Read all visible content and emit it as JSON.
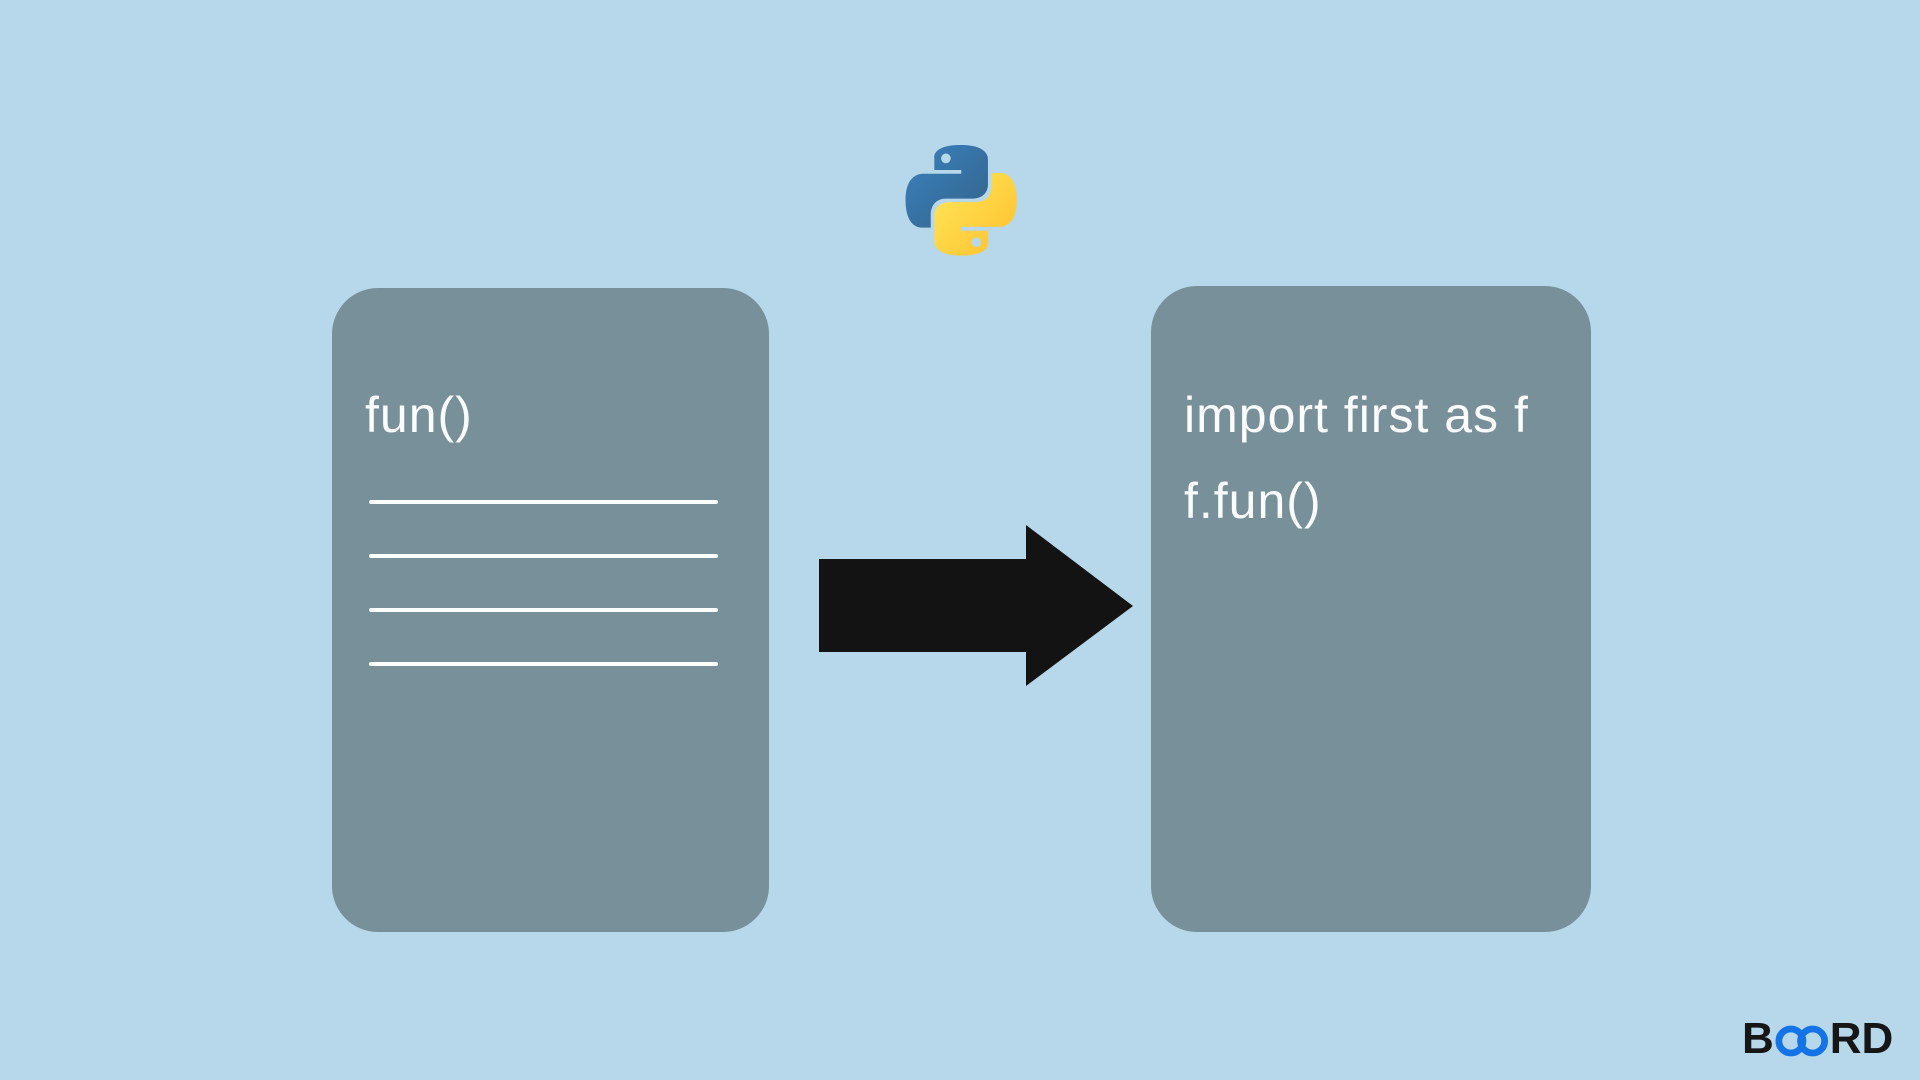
{
  "colors": {
    "bg": "#B7D7EA",
    "card": "#78909A",
    "card-text": "#FAFCFD",
    "arrow": "#131313",
    "ink": "#161616",
    "accent": "#1473E6",
    "py-blue": "#387EB8",
    "py-blue2": "#366994",
    "py-yellow": "#FFE052",
    "py-yellow2": "#FFC331"
  },
  "python_logo": {
    "icon": "python-logo"
  },
  "left_card": {
    "title": "fun()",
    "placeholder_lines": 4
  },
  "arrow": {
    "icon": "right-arrow",
    "direction": "right"
  },
  "right_card": {
    "line1": "import first as f",
    "line2": "f.fun()"
  },
  "brand": {
    "label": "BOARD",
    "b": "B",
    "rd": "RD",
    "infinity_icon": "infinity-icon"
  }
}
